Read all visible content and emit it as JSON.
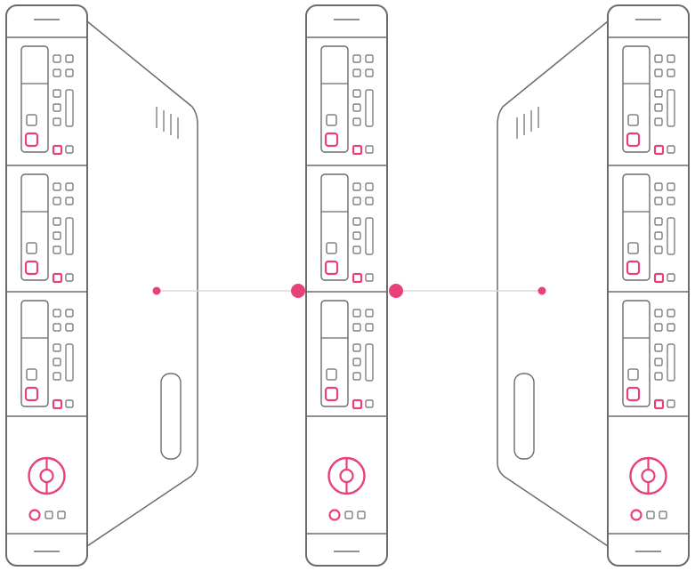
{
  "diagram": {
    "servers": [
      {
        "id": "server-left",
        "orientation": "left",
        "drive_bays": 3,
        "led_lit": [
          true,
          true,
          true
        ]
      },
      {
        "id": "server-center",
        "orientation": "front",
        "drive_bays": 3,
        "led_lit": [
          true,
          true,
          true
        ]
      },
      {
        "id": "server-right",
        "orientation": "right",
        "drive_bays": 3,
        "led_lit": [
          true,
          true,
          true
        ]
      }
    ],
    "connections": [
      {
        "from": "server-left",
        "to": "server-center"
      },
      {
        "from": "server-center",
        "to": "server-right"
      }
    ],
    "colors": {
      "outline": "#6b6b6b",
      "accent": "#e8417a",
      "link_line": "#d9d9d9",
      "background": "#ffffff"
    },
    "icons": [
      "power-icon"
    ]
  }
}
